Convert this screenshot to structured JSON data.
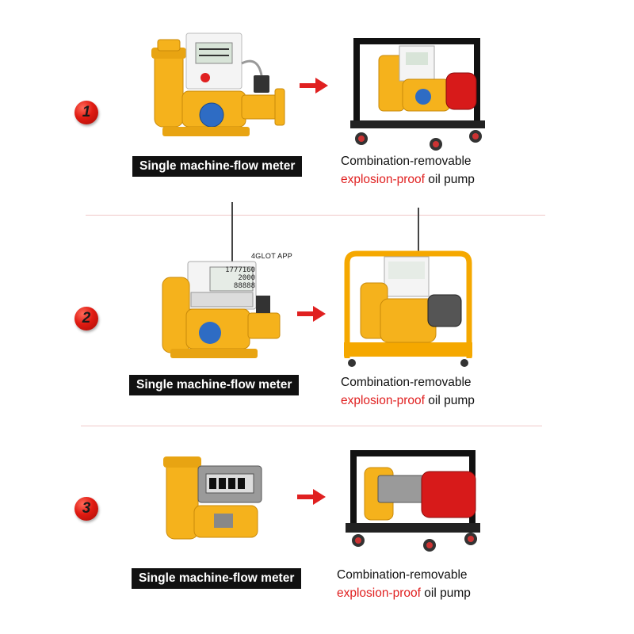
{
  "rows": [
    {
      "number": "1",
      "meter_label": "Single machine-flow meter",
      "combo_line1": "Combination-removable",
      "combo_red": "explosion-proof",
      "combo_rest": "oil pump"
    },
    {
      "number": "2",
      "meter_label": "Single machine-flow meter",
      "combo_line1": "Combination-removable",
      "combo_red": "explosion-proof",
      "combo_rest": "oil pump",
      "app_label": "4GLOT APP",
      "display_lines": [
        "1777160",
        "2000",
        "88888"
      ]
    },
    {
      "number": "3",
      "meter_label": "Single machine-flow meter",
      "combo_line1": "Combination-removable",
      "combo_red": "explosion-proof",
      "combo_rest": "oil pump"
    }
  ],
  "colors": {
    "accent_red": "#e02020",
    "machine_yellow": "#f5b21c",
    "frame_black": "#111111",
    "label_bg": "#111111"
  },
  "icons": [
    "arrow-right-icon",
    "flow-meter-image",
    "oil-pump-cart-image"
  ]
}
